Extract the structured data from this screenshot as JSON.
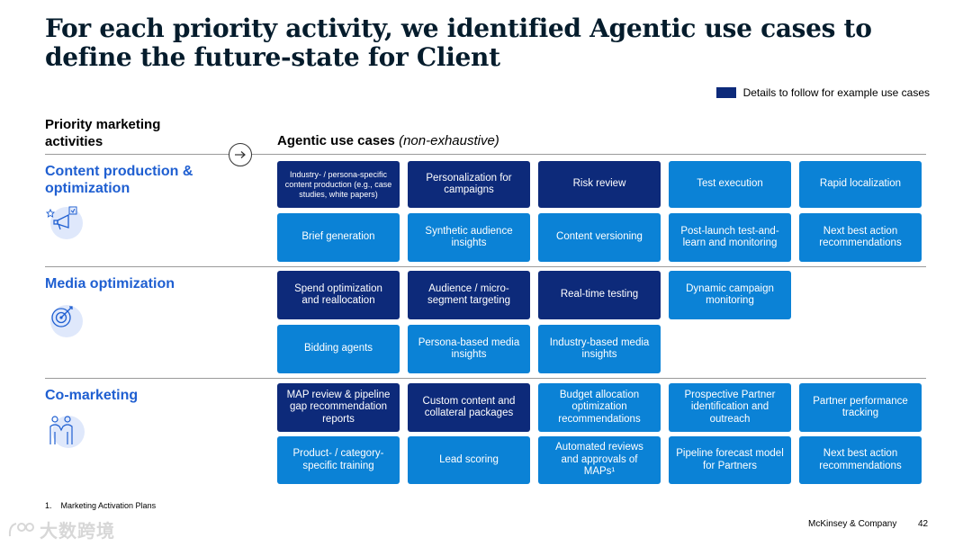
{
  "title": "For each priority activity, we identified Agentic use cases to define the future-state for Client",
  "legend": {
    "label": "Details to follow for example use cases",
    "color": "#0d2a7a"
  },
  "headers": {
    "left": "Priority marketing activities",
    "right_bold": "Agentic use cases",
    "right_italic": "(non-exhaustive)"
  },
  "colors": {
    "dark_tile": "#0d2a7a",
    "light_tile": "#0b82d6",
    "section_label": "#1f5fd1",
    "title": "#051c2c"
  },
  "sections": [
    {
      "label": "Content production & optimization",
      "icon": "content-megaphone-icon",
      "tiles": [
        {
          "text": "Industry- / persona-specific content production (e.g., case studies, white papers)",
          "style": "dark"
        },
        {
          "text": "Personalization for campaigns",
          "style": "dark"
        },
        {
          "text": "Risk review",
          "style": "dark"
        },
        {
          "text": "Test execution",
          "style": "light"
        },
        {
          "text": "Rapid localization",
          "style": "light"
        },
        {
          "text": "Brief generation",
          "style": "light"
        },
        {
          "text": "Synthetic audience insights",
          "style": "light"
        },
        {
          "text": "Content versioning",
          "style": "light"
        },
        {
          "text": "Post-launch test-and-learn and monitoring",
          "style": "light"
        },
        {
          "text": "Next best action recommendations",
          "style": "light"
        }
      ]
    },
    {
      "label": "Media optimization",
      "icon": "target-icon",
      "tiles": [
        {
          "text": "Spend optimization and reallocation",
          "style": "dark"
        },
        {
          "text": "Audience / micro-segment targeting",
          "style": "dark"
        },
        {
          "text": "Real-time testing",
          "style": "dark"
        },
        {
          "text": "Dynamic campaign monitoring",
          "style": "light"
        },
        {
          "text": "Bidding agents",
          "style": "light"
        },
        {
          "text": "Persona-based media insights",
          "style": "light"
        },
        {
          "text": "Industry-based media insights",
          "style": "light"
        }
      ]
    },
    {
      "label": "Co-marketing",
      "icon": "partners-icon",
      "tiles": [
        {
          "text": "MAP review & pipeline gap recommendation reports",
          "style": "dark"
        },
        {
          "text": "Custom content and collateral packages",
          "style": "dark"
        },
        {
          "text": "Budget allocation optimization recommendations",
          "style": "light"
        },
        {
          "text": "Prospective Partner identification and outreach",
          "style": "light"
        },
        {
          "text": "Partner performance tracking",
          "style": "light"
        },
        {
          "text": "Product- / category-specific training",
          "style": "light"
        },
        {
          "text": "Lead scoring",
          "style": "light"
        },
        {
          "text": "Automated reviews and approvals of MAPs¹",
          "style": "light"
        },
        {
          "text": "Pipeline forecast model for Partners",
          "style": "light"
        },
        {
          "text": "Next best action recommendations",
          "style": "light"
        }
      ]
    }
  ],
  "footnote": {
    "number": "1.",
    "text": "Marketing Activation Plans"
  },
  "footer": {
    "brand": "McKinsey & Company",
    "page": "42"
  },
  "watermark": "大数跨境"
}
